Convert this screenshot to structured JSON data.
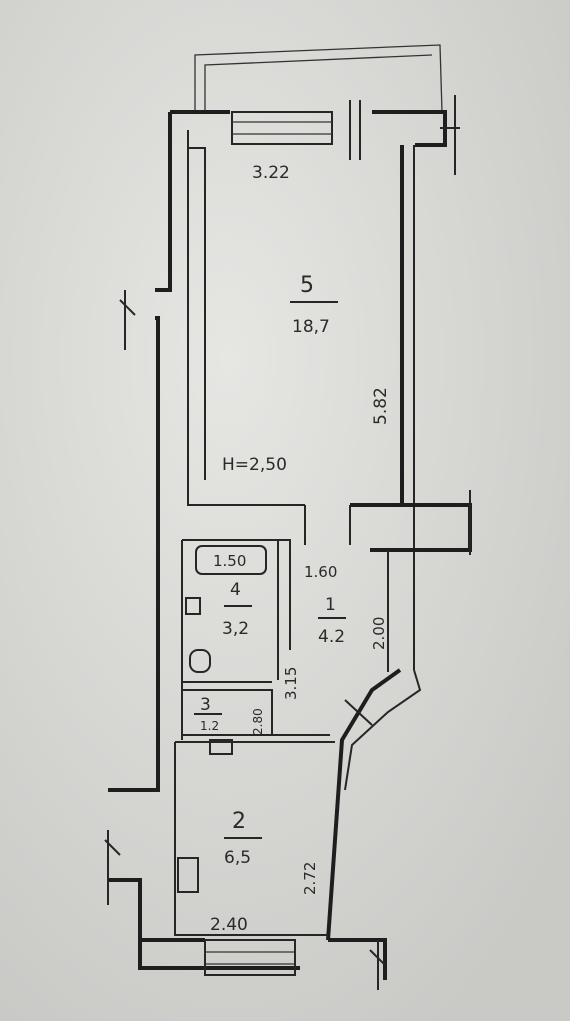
{
  "plan": {
    "ceiling_height": "H=2,50",
    "rooms": [
      {
        "number": "5",
        "area": "18,7"
      },
      {
        "number": "1",
        "area": "4.2"
      },
      {
        "number": "4",
        "area": "3,2"
      },
      {
        "number": "3",
        "area": "1.2"
      },
      {
        "number": "2",
        "area": "6,5"
      }
    ],
    "dimensions": {
      "room5_width": "3.22",
      "room5_length": "5.82",
      "door_width": "1.60",
      "hall_length": "2.00",
      "bath_width": "1.50",
      "wc_length": "3.15",
      "small_length": "2.80",
      "kitchen_width": "2.40",
      "kitchen_length": "2.72"
    }
  }
}
